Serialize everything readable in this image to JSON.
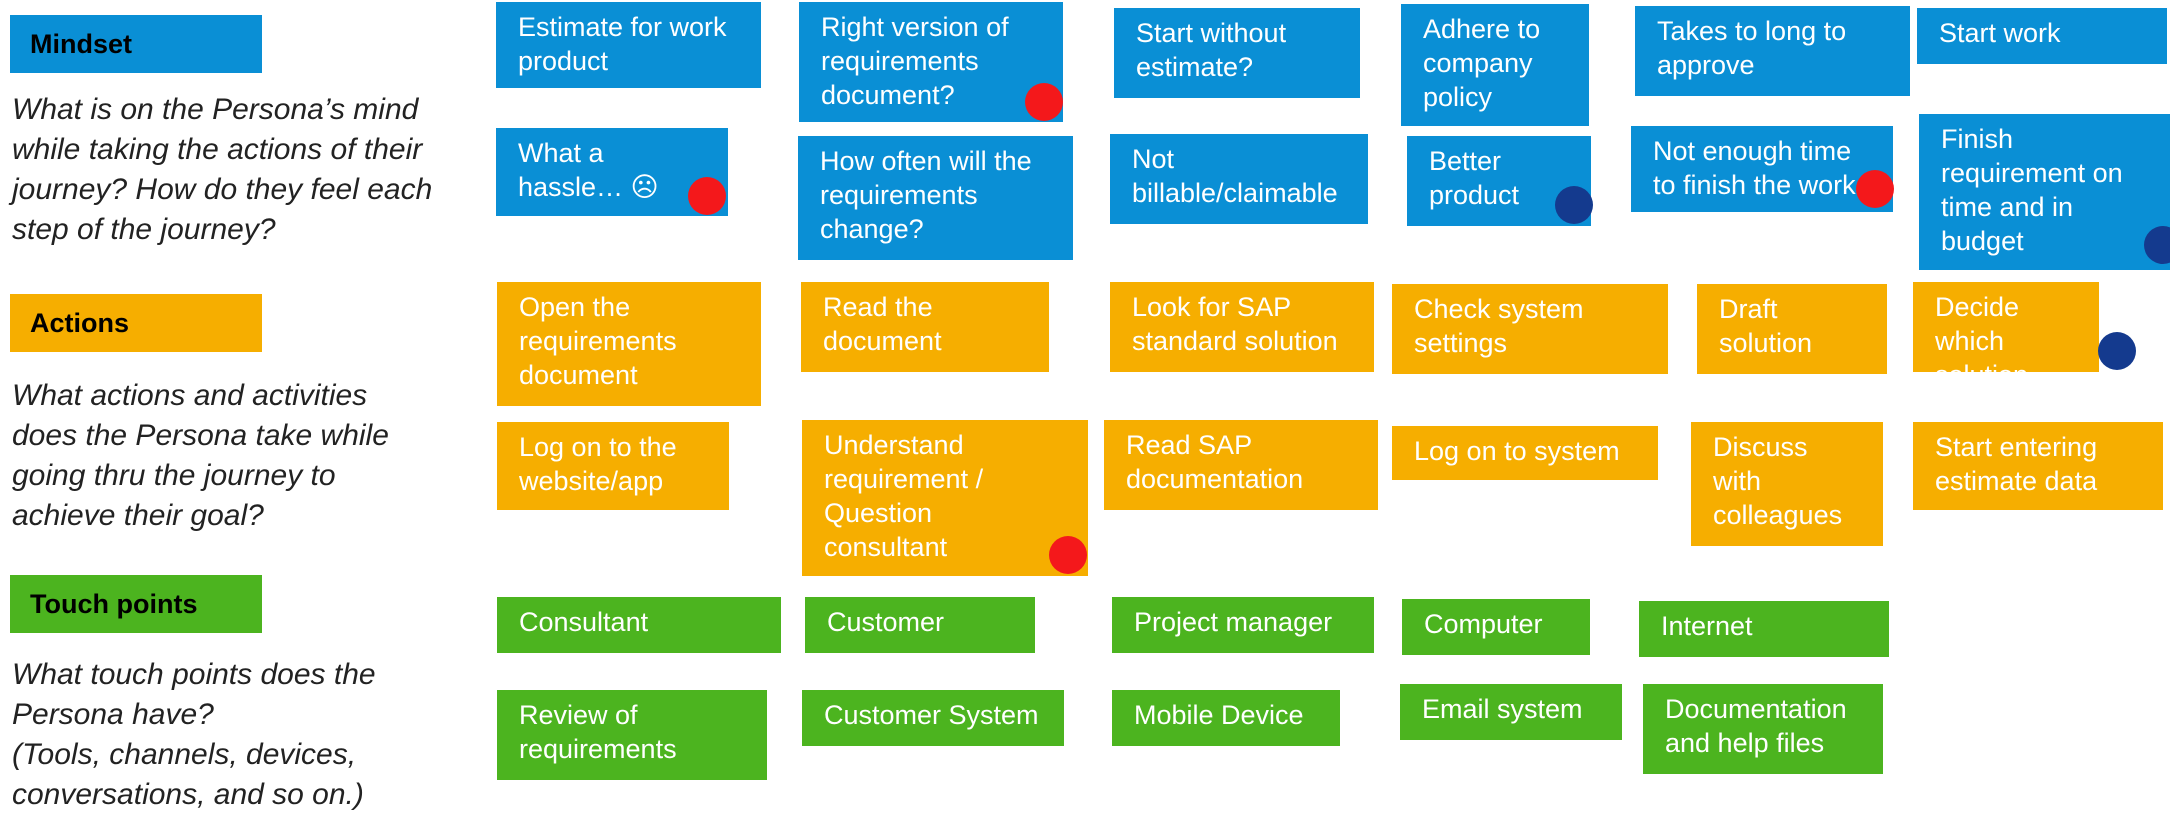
{
  "colors": {
    "mindset": "#0a8fd5",
    "actions": "#f6ae00",
    "touchpoints": "#4cb41f",
    "marker_red": "#f4181b",
    "marker_navy": "#143a8e"
  },
  "sections": {
    "mindset": {
      "label": "Mindset",
      "description": "What is on the Persona’s mind\nwhile taking the actions of their\njourney? How do they feel each\nstep of the journey?"
    },
    "actions": {
      "label": "Actions",
      "description": "What actions and activities\ndoes the Persona take while\ngoing thru the journey to\nachieve their goal?"
    },
    "touchpoints": {
      "label": "Touch points",
      "description": "What touch points does the\nPersona have?\n(Tools, channels, devices,\nconversations, and so on.)"
    }
  },
  "mindset_notes": [
    {
      "text": "Estimate for work\nproduct",
      "marker": ""
    },
    {
      "text": "Right version of\nrequirements\ndocument?",
      "marker": "red"
    },
    {
      "text": "Start without\nestimate?",
      "marker": ""
    },
    {
      "text": "Adhere to\ncompany\npolicy",
      "marker": ""
    },
    {
      "text": "Takes to long to\napprove",
      "marker": ""
    },
    {
      "text": "Start work",
      "marker": ""
    },
    {
      "text": "What a\nhassle… ☹",
      "marker": "red"
    },
    {
      "text": "How often will the\nrequirements\nchange?",
      "marker": ""
    },
    {
      "text": "Not\nbillable/claimable",
      "marker": ""
    },
    {
      "text": "Better\nproduct",
      "marker": "navy"
    },
    {
      "text": "Not enough time\nto finish the work",
      "marker": "red"
    },
    {
      "text": "Finish\nrequirement on\ntime and in\nbudget",
      "marker": "navy"
    }
  ],
  "action_notes": [
    {
      "text": "Open the\nrequirements\ndocument",
      "marker": ""
    },
    {
      "text": "Read the\ndocument",
      "marker": ""
    },
    {
      "text": "Look for SAP\nstandard solution",
      "marker": ""
    },
    {
      "text": "Check system\nsettings",
      "marker": ""
    },
    {
      "text": "Draft\nsolution",
      "marker": ""
    },
    {
      "text": "Decide which\nsolution",
      "marker": "navy"
    },
    {
      "text": "Log on to the\nwebsite/app",
      "marker": ""
    },
    {
      "text": "Understand\nrequirement /\nQuestion\nconsultant",
      "marker": "red"
    },
    {
      "text": "Read SAP\ndocumentation",
      "marker": ""
    },
    {
      "text": "Log on to system",
      "marker": ""
    },
    {
      "text": "Discuss\nwith\ncolleagues",
      "marker": ""
    },
    {
      "text": "Start entering\nestimate data",
      "marker": ""
    }
  ],
  "touchpoint_notes": [
    {
      "text": "Consultant"
    },
    {
      "text": "Customer"
    },
    {
      "text": "Project manager"
    },
    {
      "text": "Computer"
    },
    {
      "text": "Internet"
    },
    {
      "text": "Review of\nrequirements"
    },
    {
      "text": "Customer System"
    },
    {
      "text": "Mobile Device"
    },
    {
      "text": "Email system"
    },
    {
      "text": "Documentation\nand help files"
    }
  ]
}
